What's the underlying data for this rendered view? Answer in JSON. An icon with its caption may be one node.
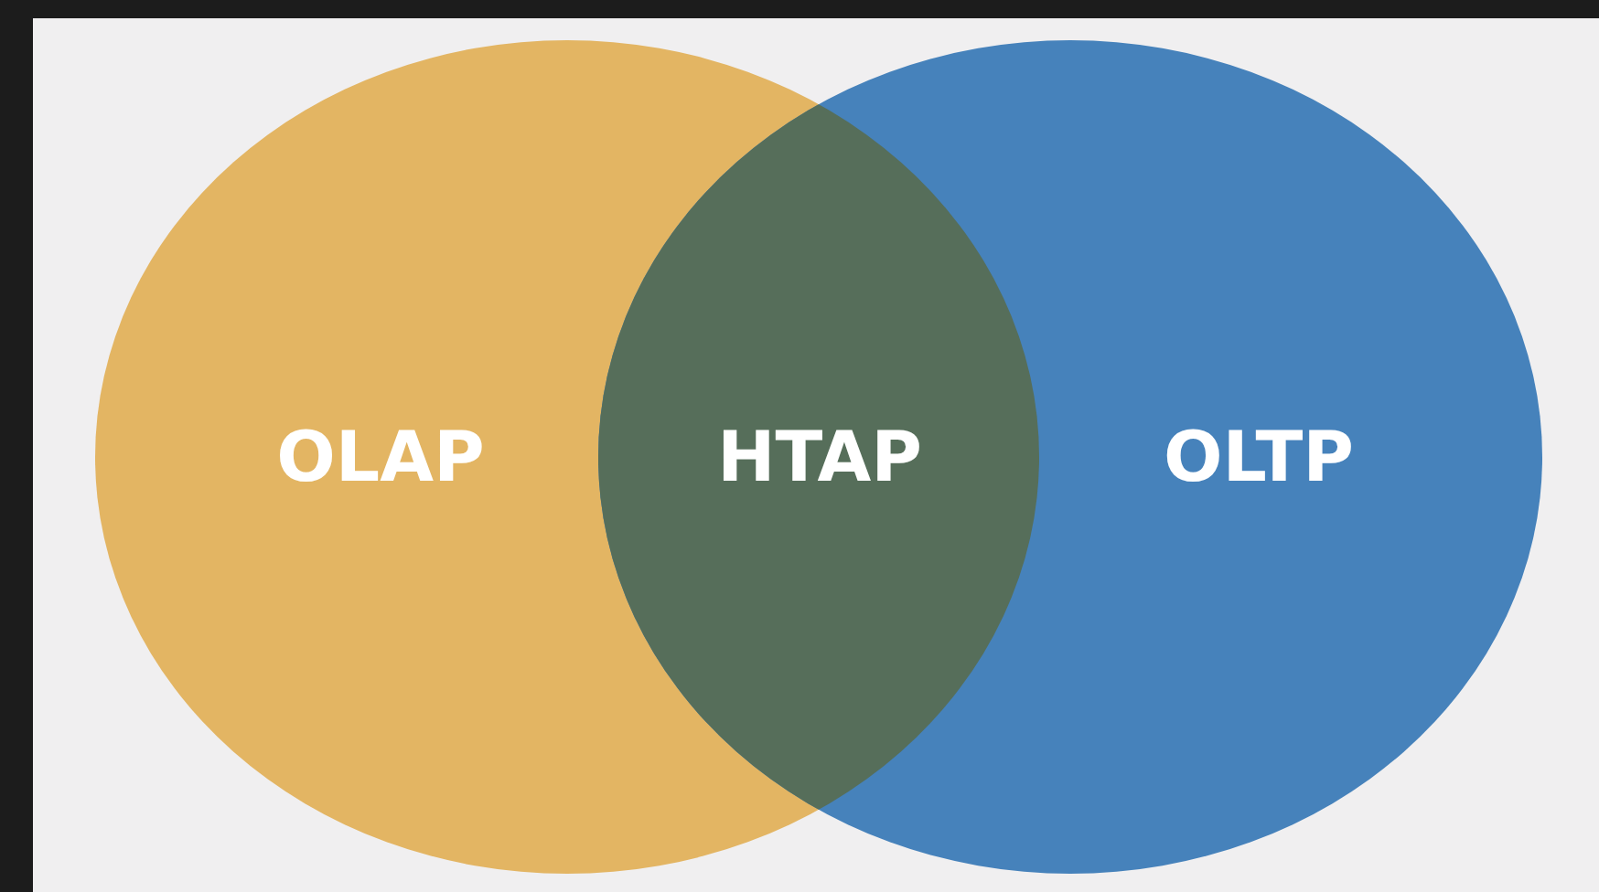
{
  "diagram": {
    "nodes": [
      {
        "text": [
          "OLAP"
        ]
      },
      {
        "text": [
          "OLTP"
        ]
      }
    ],
    "labels": [
      "HTAP"
    ]
  }
}
